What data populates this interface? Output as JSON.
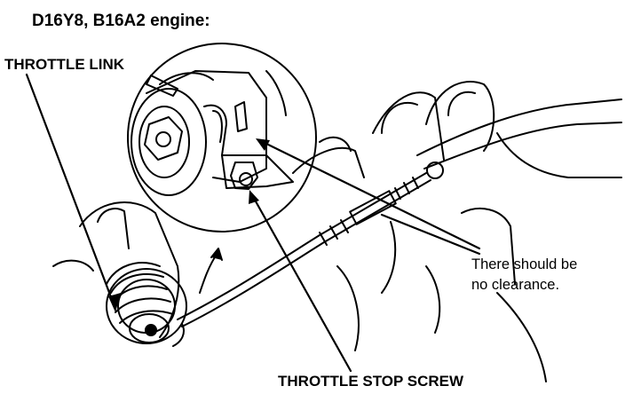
{
  "title": "D16Y8, B16A2 engine:",
  "callouts": {
    "throttle_link": "THROTTLE LINK",
    "clearance_note_line1": "There should be",
    "clearance_note_line2": "no clearance.",
    "throttle_stop_screw": "THROTTLE STOP SCREW"
  }
}
